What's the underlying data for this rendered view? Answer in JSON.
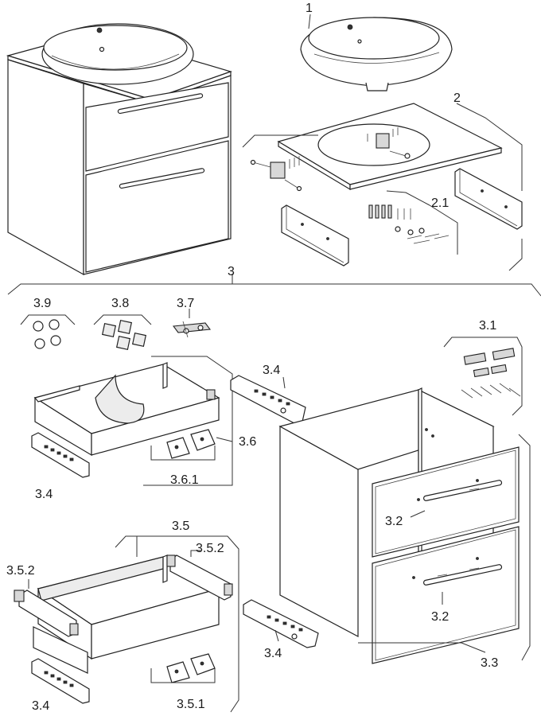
{
  "labels": {
    "l1": "1",
    "l2": "2",
    "l2_1": "2.1",
    "l3": "3",
    "l3_1": "3.1",
    "l3_2a": "3.2",
    "l3_2b": "3.2",
    "l3_3": "3.3",
    "l3_4a": "3.4",
    "l3_4b": "3.4",
    "l3_4c": "3.4",
    "l3_4d": "3.4",
    "l3_5": "3.5",
    "l3_5_1": "3.5.1",
    "l3_5_2a": "3.5.2",
    "l3_5_2b": "3.5.2",
    "l3_6": "3.6",
    "l3_6_1": "3.6.1",
    "l3_7": "3.7",
    "l3_8": "3.8",
    "l3_9": "3.9"
  },
  "colors": {
    "line": "#222222",
    "fill": "#ffffff",
    "shade": "#ececec"
  }
}
